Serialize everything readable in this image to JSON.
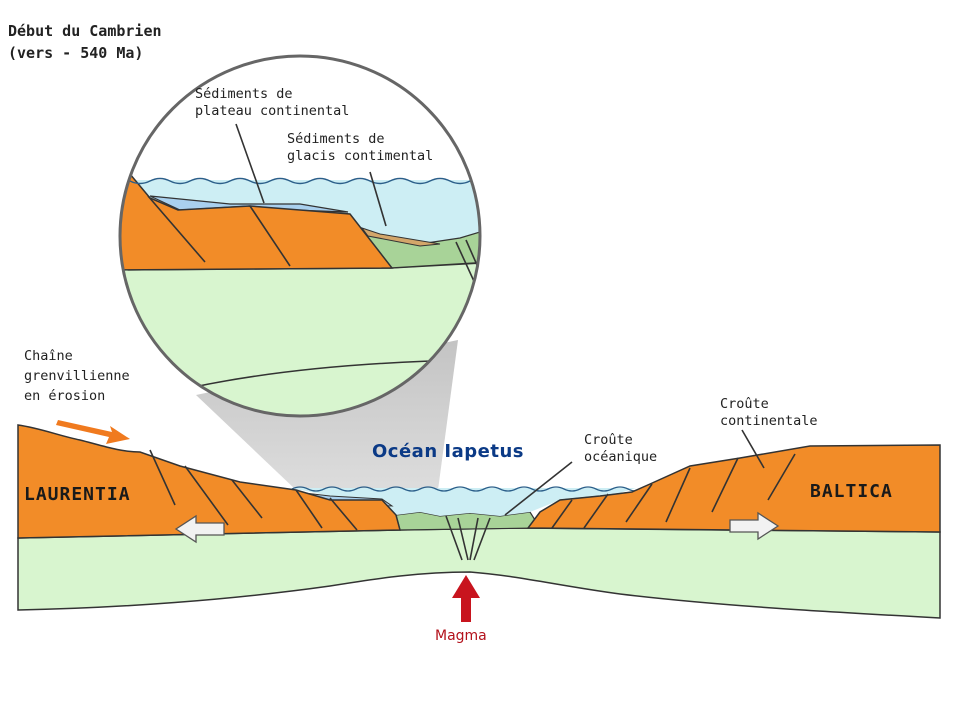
{
  "title": {
    "line1": "Début du Cambrien",
    "line2": "(vers - 540 Ma)"
  },
  "labels": {
    "shelf_sediments_1": "Sédiments de",
    "shelf_sediments_2": "plateau continental",
    "rise_sediments_1": "Sédiments de",
    "rise_sediments_2": "glacis contimental",
    "chain_1": "Chaîne",
    "chain_2": "grenvillienne",
    "chain_3": "en érosion",
    "ocean": "Océan Iapetus",
    "oceanic_crust_1": "Croûte",
    "oceanic_crust_2": "océanique",
    "continental_crust_1": "Croûte",
    "continental_crust_2": "continentale",
    "laurentia": "LAURENTIA",
    "baltica": "BALTICA",
    "magma": "Magma"
  },
  "colors": {
    "continental_crust": "#f28c28",
    "mantle": "#d8f5cf",
    "water": "#cdeef4",
    "shelf_sediment": "#a9d0ee",
    "oceanic_crust": "#a8d398",
    "rise_sediment": "#d3a66a",
    "magma_arrow": "#c8141e",
    "erosion_arrow": "#f07a1e",
    "divergence_arrow": "#f2f2f2"
  }
}
